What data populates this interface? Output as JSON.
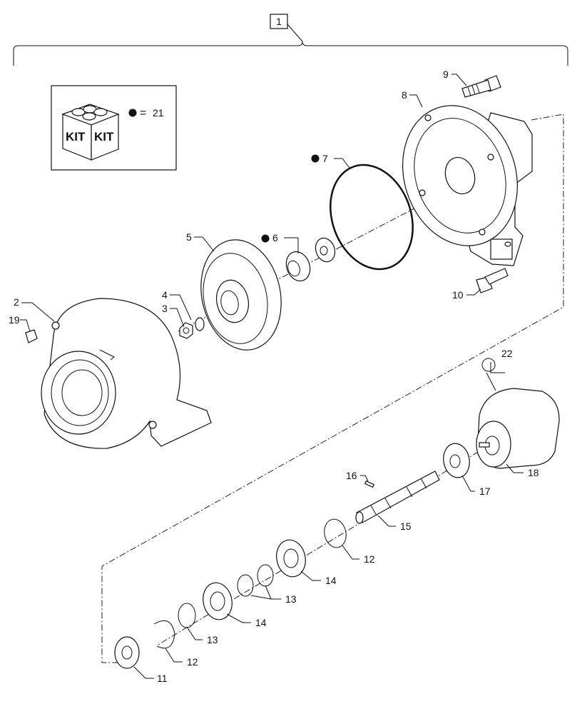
{
  "diagram": {
    "assembly_callout": "1",
    "legend": {
      "kit_word": "KIT",
      "equals": "=",
      "kit_item": "21",
      "marker": "filled-dot"
    },
    "callouts": [
      {
        "id": "c2",
        "label": "2"
      },
      {
        "id": "c3",
        "label": "3"
      },
      {
        "id": "c4",
        "label": "4"
      },
      {
        "id": "c5",
        "label": "5"
      },
      {
        "id": "c6",
        "label": "6",
        "kit": true
      },
      {
        "id": "c7",
        "label": "7",
        "kit": true
      },
      {
        "id": "c8",
        "label": "8"
      },
      {
        "id": "c9",
        "label": "9"
      },
      {
        "id": "c10",
        "label": "10"
      },
      {
        "id": "c11",
        "label": "11"
      },
      {
        "id": "c12a",
        "label": "12"
      },
      {
        "id": "c12b",
        "label": "12"
      },
      {
        "id": "c13a",
        "label": "13"
      },
      {
        "id": "c13b",
        "label": "13"
      },
      {
        "id": "c14a",
        "label": "14"
      },
      {
        "id": "c14b",
        "label": "14"
      },
      {
        "id": "c15",
        "label": "15"
      },
      {
        "id": "c16",
        "label": "16"
      },
      {
        "id": "c17",
        "label": "17"
      },
      {
        "id": "c18",
        "label": "18"
      },
      {
        "id": "c19",
        "label": "19"
      },
      {
        "id": "c22",
        "label": "22",
        "ring_marker": true
      }
    ]
  }
}
